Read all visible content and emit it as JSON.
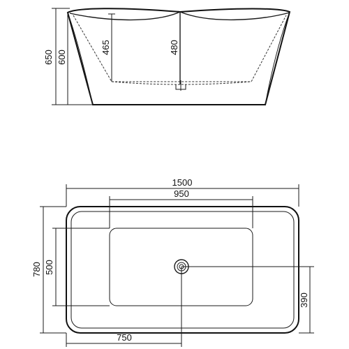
{
  "side_view": {
    "dim_total_height": "650",
    "dim_wall_height": "600",
    "dim_inner_depth_a": "465",
    "dim_inner_depth_b": "480"
  },
  "top_view": {
    "dim_length": "1500",
    "dim_inner_length": "950",
    "dim_width": "780",
    "dim_inner_width": "500",
    "dim_drain_center_x": "750",
    "dim_drain_offset_y": "390"
  }
}
